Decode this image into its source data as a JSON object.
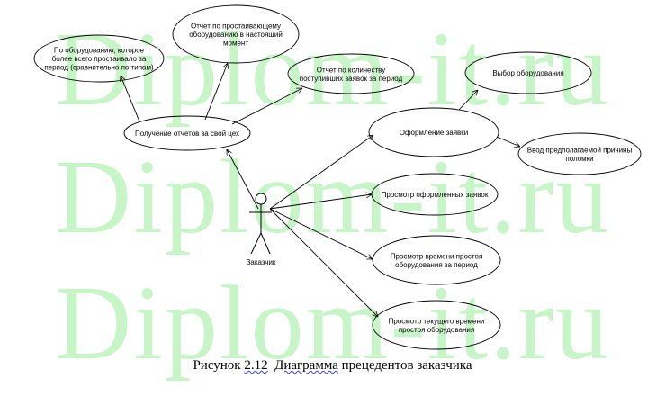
{
  "watermark": {
    "text": "Diplom-it.ru",
    "color": "#c8f5c8"
  },
  "actor": {
    "label": "Заказчик"
  },
  "use_cases": [
    {
      "id": "reports",
      "lines": [
        "Получение отчетов за свой цех"
      ]
    },
    {
      "id": "most-idle",
      "lines": [
        "По оборудованию, которое",
        "более всего простаивало за",
        "период (сравнительно по типам)"
      ]
    },
    {
      "id": "current-idle",
      "lines": [
        "Отчет по  простаивающему",
        "оборудованию в настоящий",
        "момент"
      ]
    },
    {
      "id": "requests-count",
      "lines": [
        "Отчет по количеству",
        "поступивших заявок за период"
      ]
    },
    {
      "id": "select-equipment",
      "lines": [
        "Выбор оборудования"
      ]
    },
    {
      "id": "create-request",
      "lines": [
        "Оформление заявки"
      ]
    },
    {
      "id": "enter-reason",
      "lines": [
        "Ввод предполагаемой причины",
        "поломки"
      ]
    },
    {
      "id": "view-requests",
      "lines": [
        "Просмотр оформленных заявок"
      ]
    },
    {
      "id": "view-idle-period",
      "lines": [
        "Просмотр времени простоя",
        "оборудования  за период"
      ]
    },
    {
      "id": "view-idle-current",
      "lines": [
        "Просмотр текущего времени",
        "простоя оборудования"
      ]
    }
  ],
  "caption": {
    "prefix": "Рисунок ",
    "number": "2.12",
    "sep": "  ",
    "word": "Диаграмма",
    "rest": " прецедентов заказчика"
  }
}
